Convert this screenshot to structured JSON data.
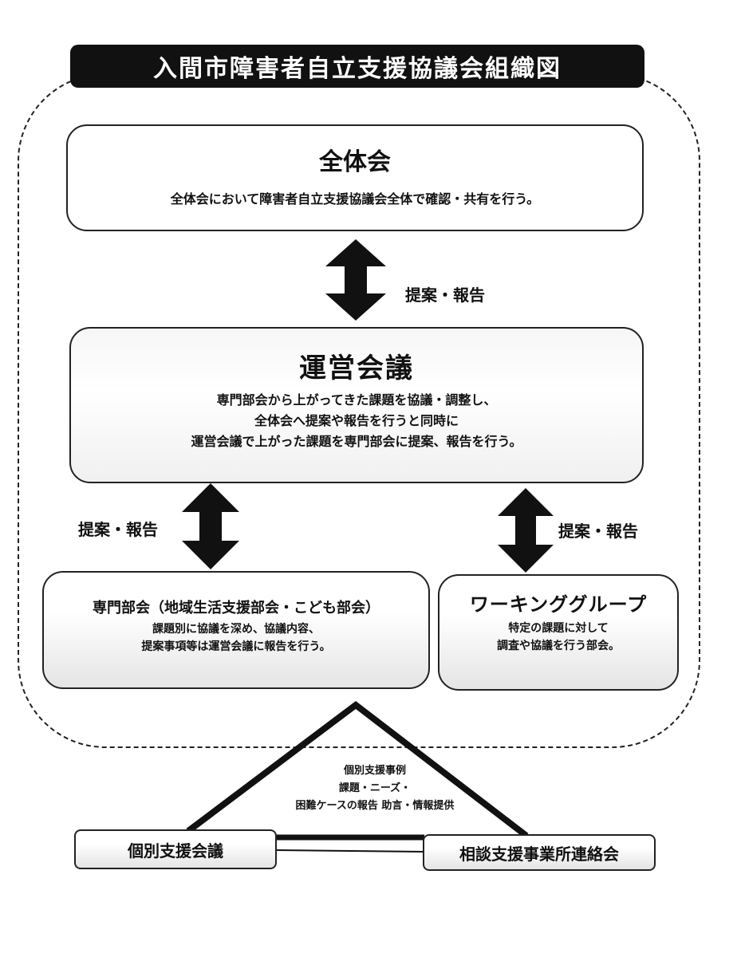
{
  "title": "入間市障害者自立支援協議会組織図",
  "zentai": {
    "title": "全体会",
    "desc": "全体会において障害者自立支援協議会全体で確認・共有を行う。"
  },
  "unei": {
    "title": "運営会議",
    "lines": [
      "専門部会から上がってきた課題を協議・調整し、",
      "全体会へ提案や報告を行うと同時に",
      "運営会議で上がった課題を専門部会に提案、報告を行う。"
    ]
  },
  "senmon": {
    "title": "専門部会（地域生活支援部会・こども部会）",
    "lines": [
      "課題別に協議を深め、協議内容、",
      "提案事項等は運営会議に報告を行う。"
    ]
  },
  "working_group": {
    "title": "ワーキンググループ",
    "lines": [
      "特定の課題に対して",
      "調査や協議を行う部会。"
    ]
  },
  "arrow_labels": {
    "top": "提案・報告",
    "left": "提案・報告",
    "right": "提案・報告"
  },
  "triangle": {
    "lines": [
      "個別支援事例",
      "課題・ニーズ・",
      "困難ケースの報告 助言・情報提供"
    ]
  },
  "kobetsu": "個別支援会議",
  "soudan": "相談支援事業所連絡会",
  "colors": {
    "banner": "#111111",
    "border": "#222222"
  }
}
